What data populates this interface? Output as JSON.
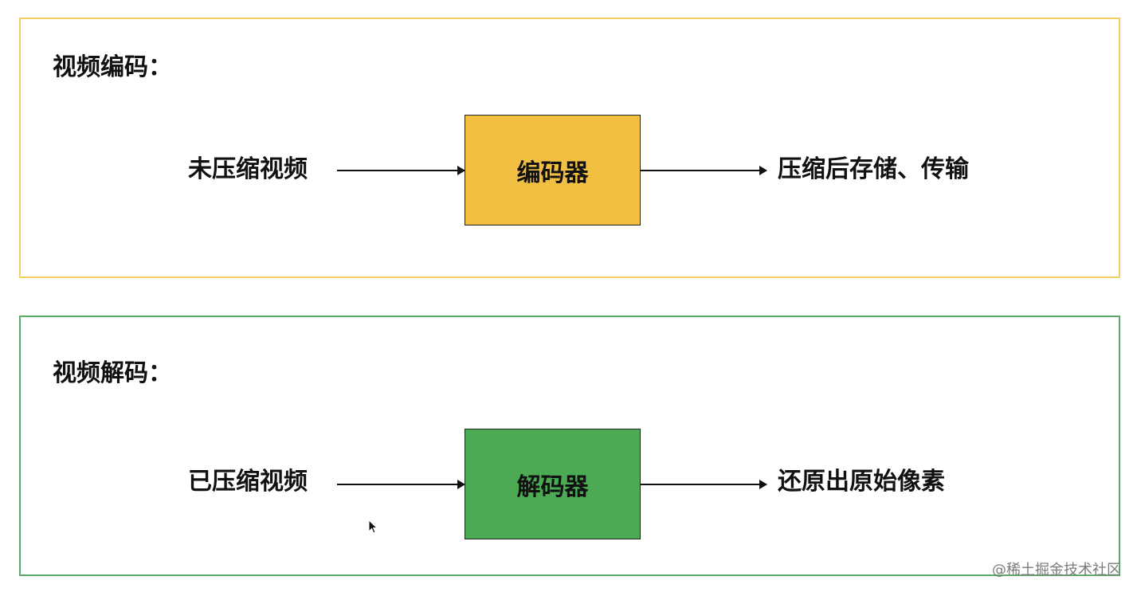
{
  "encode_section": {
    "title": "视频编码：",
    "input": "未压缩视频",
    "process": "编码器",
    "output": "压缩后存储、传输",
    "border_color": "#f2cf5f",
    "box_color": "#f1c043"
  },
  "decode_section": {
    "title": "视频解码：",
    "input": "已压缩视频",
    "process": "解码器",
    "output": "还原出原始像素",
    "border_color": "#5aab63",
    "box_color": "#4caa55"
  },
  "watermark": "@稀土掘金技术社区",
  "icons": {
    "cursor": "mouse-pointer-icon",
    "arrow": "right-arrow-icon"
  }
}
